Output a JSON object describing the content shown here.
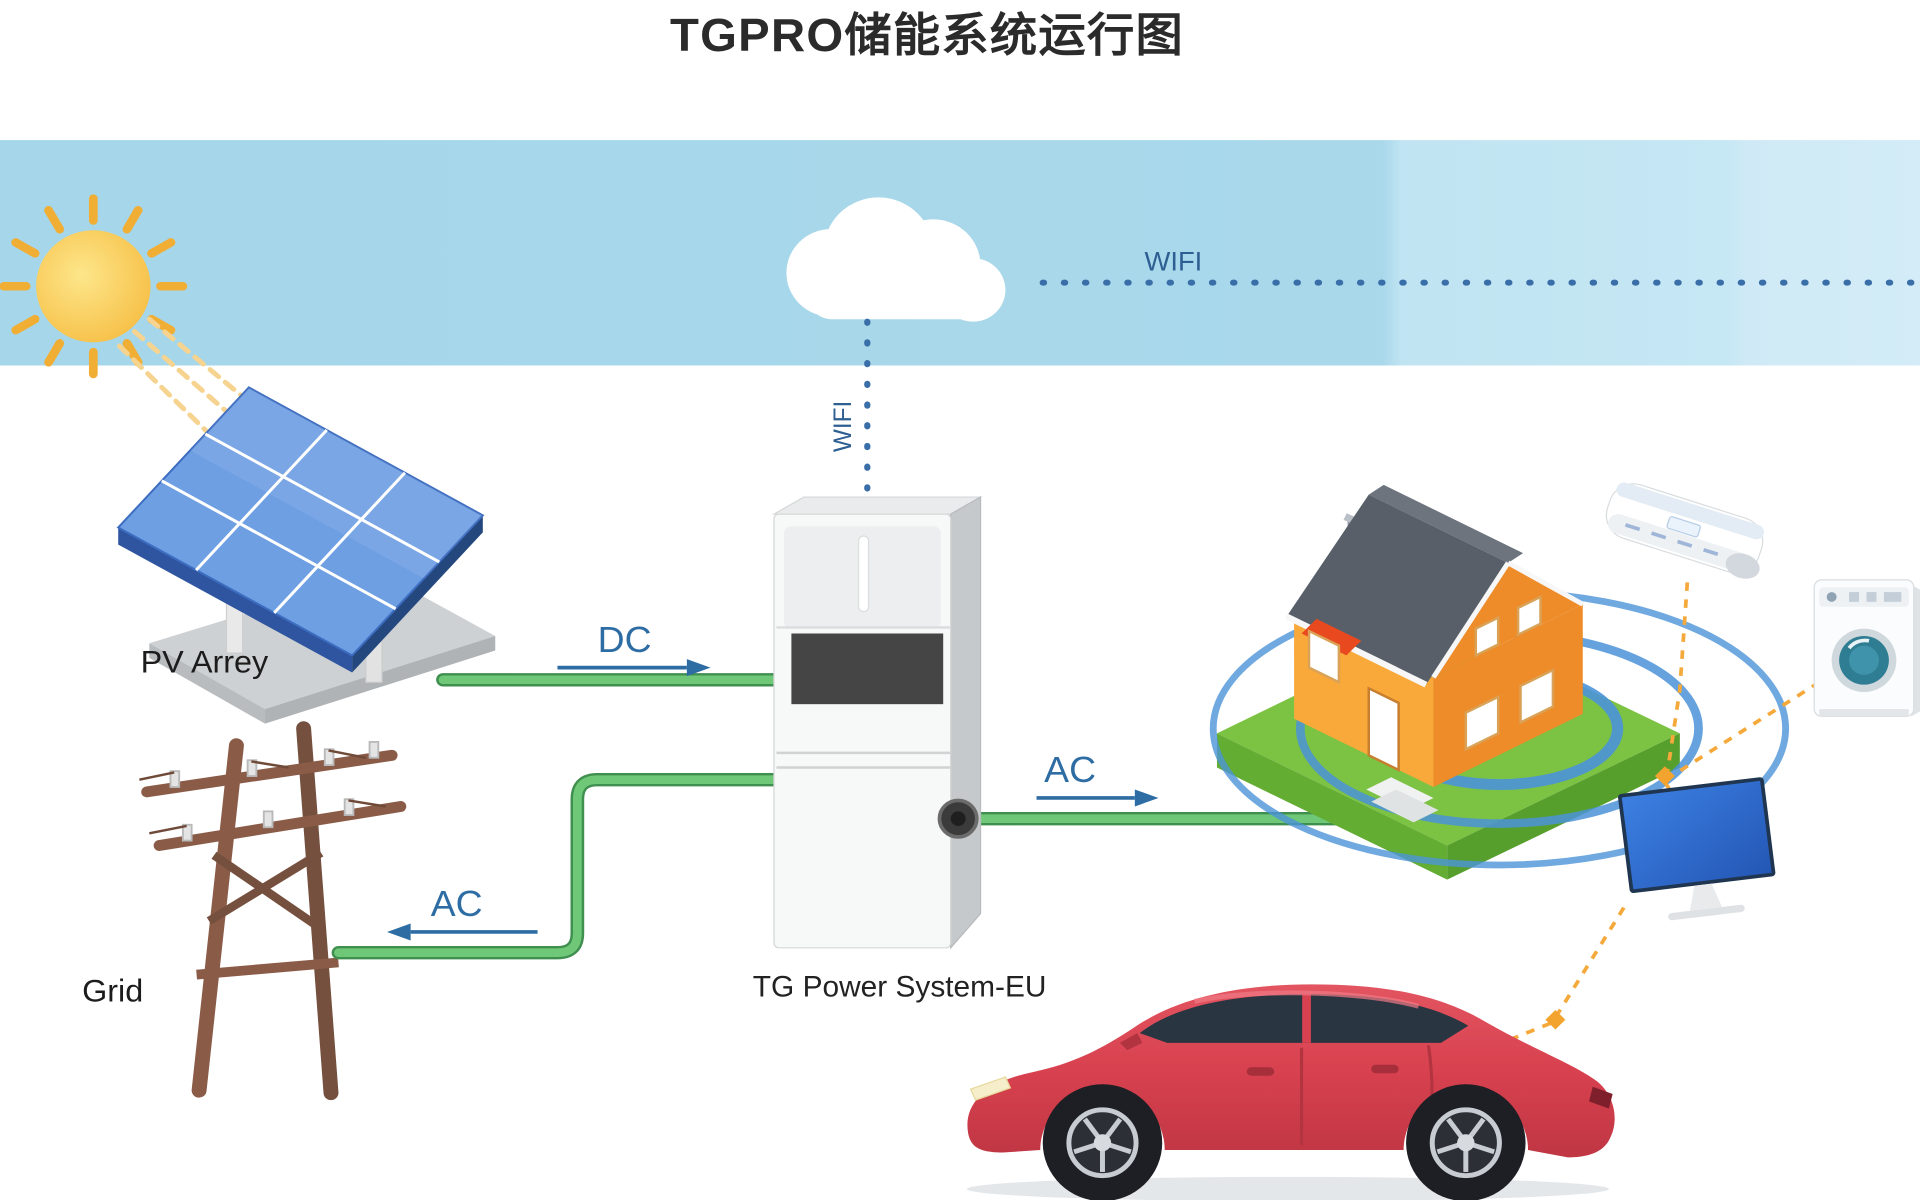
{
  "title": "TGPRO储能系统运行图",
  "labels": {
    "pv_array": "PV Arrey",
    "grid": "Grid",
    "inverter": "TG Power System-EU"
  },
  "flow_labels": {
    "dc": "DC",
    "ac_grid": "AC",
    "ac_house": "AC"
  },
  "wifi": {
    "cloud_link": "WIFI",
    "inverter_link": "WIFI"
  },
  "colors": {
    "sky_blue": "#a6d6e9",
    "sky_blue_light": "#cfeaf6",
    "accent_label_blue": "#2e6da4",
    "wifi_dot_blue": "#3a6ea8",
    "flow_line_green": "#5fb463",
    "connector_orange": "#f5a93b",
    "sun_yellow": "#f5b83a",
    "panel_blue": "#6f9fe3",
    "pole_brown": "#8a5c48",
    "inverter_panel_gray": "#454545",
    "house_orange": "#f8a93a",
    "roof_gray": "#585f68",
    "lawn_green": "#7cc243",
    "ring_blue": "#4b93d8",
    "car_red": "#d8414f",
    "tv_screen_blue": "#2f6fd6",
    "washer_door_teal": "#2f7d93"
  }
}
